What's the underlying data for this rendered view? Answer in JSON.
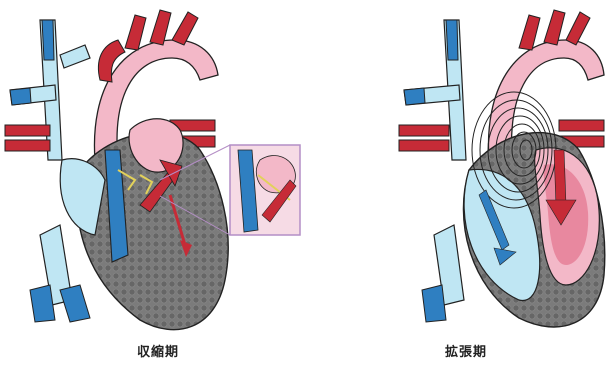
{
  "captions": {
    "systole": "収縮期",
    "diastole": "拡張期"
  },
  "colors": {
    "deoxygenated_blue": "#2f7fc1",
    "deoxygenated_light": "#bfe6f3",
    "oxygenated_red": "#c62b37",
    "oxygenated_pink": "#f3b8c8",
    "myocardium_gray": "#6f6f6f",
    "outline": "#222222",
    "valve_yellow": "#e2d15a",
    "inset_frame": "#b48ec6"
  },
  "icons": {
    "systole_flow": "red-arrow-out",
    "diastole_flow": "blue-and-red-arrows-in",
    "vortex": "spiral-swirl"
  }
}
